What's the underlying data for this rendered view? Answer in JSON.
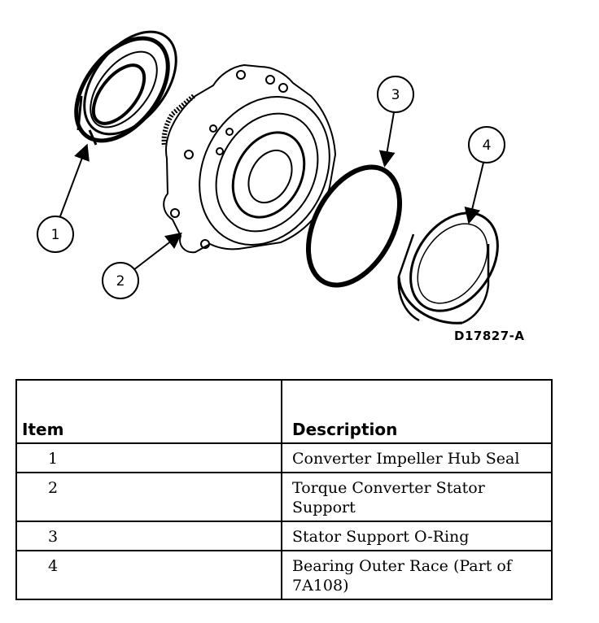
{
  "figure": {
    "code": "D17827-A",
    "callouts": [
      {
        "number": "1"
      },
      {
        "number": "2"
      },
      {
        "number": "3"
      },
      {
        "number": "4"
      }
    ]
  },
  "table": {
    "headers": {
      "item": "Item",
      "description": "Description"
    },
    "rows": [
      {
        "item": "1",
        "description": "Converter Impeller Hub Seal"
      },
      {
        "item": "2",
        "description": "Torque Converter Stator Support"
      },
      {
        "item": "3",
        "description": "Stator Support O-Ring"
      },
      {
        "item": "4",
        "description": "Bearing Outer Race (Part of 7A108)"
      }
    ]
  }
}
